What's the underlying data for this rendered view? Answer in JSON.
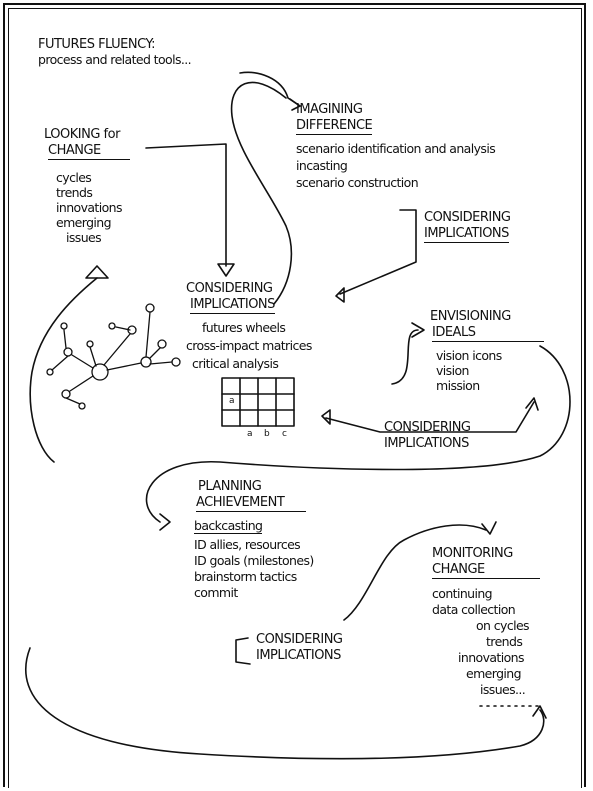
{
  "header": {
    "title": "FUTURES FLUENCY:",
    "subtitle": "process and related tools..."
  },
  "imagining": {
    "heading_1": "IMAGINING",
    "heading_2": "DIFFERENCE",
    "items": [
      "scenario identification and analysis",
      "incasting",
      "scenario construction"
    ]
  },
  "looking": {
    "heading_1": "LOOKING for",
    "heading_2": "CHANGE",
    "items": [
      "cycles",
      "trends",
      "innovations",
      "emerging",
      "issues"
    ]
  },
  "considering_top": {
    "line_1": "CONSIDERING",
    "line_2": "IMPLICATIONS"
  },
  "considering_center": {
    "heading_1": "CONSIDERING",
    "heading_2": "IMPLICATIONS",
    "items": [
      "futures wheels",
      "cross-impact matrices",
      "critical analysis"
    ]
  },
  "envisioning": {
    "heading_1": "ENVISIONING",
    "heading_2": "IDEALS",
    "items": [
      "vision icons",
      "vision",
      "mission"
    ]
  },
  "considering_right": {
    "line_1": "CONSIDERING",
    "line_2": "IMPLICATIONS"
  },
  "planning": {
    "heading_1": "PLANNING",
    "heading_2": "ACHIEVEMENT",
    "items": [
      "backcasting",
      "ID allies, resources",
      "ID goals (milestones)",
      "brainstorm tactics",
      "commit"
    ]
  },
  "monitoring": {
    "heading_1": "MONITORING",
    "heading_2": "CHANGE",
    "items": [
      "continuing",
      "data collection",
      "on cycles",
      "trends",
      "innovations",
      "emerging",
      "issues..."
    ]
  },
  "considering_bottom": {
    "line_1": "CONSIDERING",
    "line_2": "IMPLICATIONS"
  },
  "matrix_letters": [
    "a",
    "b",
    "c"
  ]
}
